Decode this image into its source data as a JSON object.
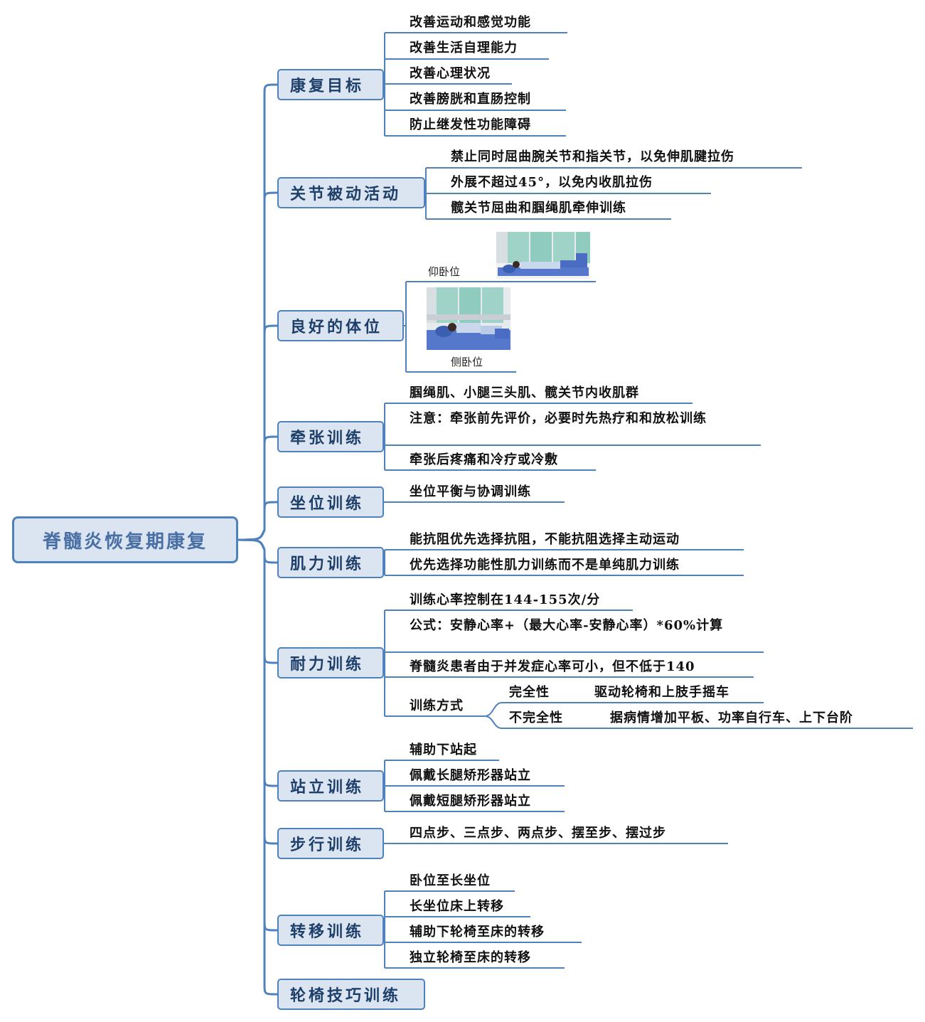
{
  "root": {
    "label": "脊髓炎恢复期康复"
  },
  "branches": [
    {
      "label": "康复目标",
      "items": [
        "改善运动和感觉功能",
        "改善生活自理能力",
        "改善心理状况",
        "改善膀胱和直肠控制",
        "防止继发性功能障碍"
      ]
    },
    {
      "label": "关节被动活动",
      "items": [
        "禁止同时屈曲腕关节和指关节，以免伸肌腱拉伤",
        "外展不超过45°，以免内收肌拉伤",
        "髋关节屈曲和腘绳肌牵伸训练"
      ]
    },
    {
      "label": "良好的体位",
      "items": [
        "仰卧位",
        "侧卧位"
      ]
    },
    {
      "label": "牵张训练",
      "items": [
        "腘绳肌、小腿三头肌、髋关节内收肌群",
        "注意：牵张前先评价，必要时先热疗和和放松训练",
        "牵张后疼痛和冷疗或冷敷"
      ]
    },
    {
      "label": "坐位训练",
      "items": [
        "坐位平衡与协调训练"
      ]
    },
    {
      "label": "肌力训练",
      "items": [
        "能抗阻优先选择抗阻，不能抗阻选择主动运动",
        "优先选择功能性肌力训练而不是单纯肌力训练"
      ]
    },
    {
      "label": "耐力训练",
      "items": [
        "训练心率控制在144-155次/分",
        "公式：安静心率+（最大心率-安静心率）*60%计算",
        "脊髓炎患者由于并发症心率可小，但不低于140",
        "训练方式"
      ],
      "sub": [
        {
          "label": "完全性",
          "detail": "驱动轮椅和上肢手摇车"
        },
        {
          "label": "不完全性",
          "detail": "据病情增加平板、功率自行车、上下台阶"
        }
      ]
    },
    {
      "label": "站立训练",
      "items": [
        "辅助下站起",
        "佩戴长腿矫形器站立",
        "佩戴短腿矫形器站立"
      ]
    },
    {
      "label": "步行训练",
      "items": [
        "四点步、三点步、两点步、摆至步、摆过步"
      ]
    },
    {
      "label": "转移训练",
      "items": [
        "卧位至长坐位",
        "长坐位床上转移",
        "辅助下轮椅至床的转移",
        "独立轮椅至床的转移"
      ]
    },
    {
      "label": "轮椅技巧训练",
      "items": []
    }
  ],
  "colors": {
    "line": "#4f81bd",
    "node_fill": "#dbe5f1",
    "node_text": "#1f3f6b"
  }
}
